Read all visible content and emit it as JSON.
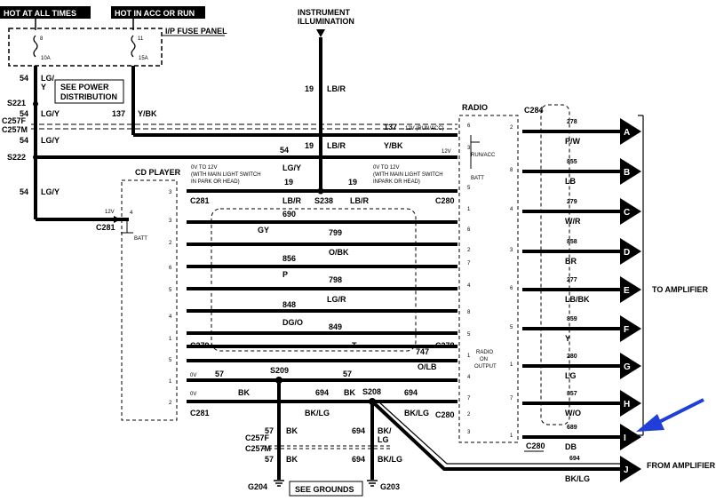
{
  "headers": {
    "hot_all": "HOT AT ALL TIMES",
    "hot_acc": "HOT IN ACC OR RUN"
  },
  "fuse_panel": {
    "title": "I/P FUSE PANEL",
    "fuse_a_num": "8",
    "fuse_a_amp": "10A",
    "fuse_b_num": "11",
    "fuse_b_amp": "15A"
  },
  "instrument": {
    "title_line1": "INSTRUMENT",
    "title_line2": "ILLUMINATION"
  },
  "power_dist": {
    "line1": "SEE POWER",
    "line2": "DISTRIBUTION"
  },
  "splices": {
    "s221": "S221",
    "s222": "S222",
    "s238": "S238",
    "s209": "S209",
    "s208": "S208"
  },
  "connectors": {
    "c257f": "C257F",
    "c257m": "C257M",
    "c281": "C281",
    "c280": "C280",
    "c279": "C279",
    "c278": "C278",
    "c284": "C284"
  },
  "left_wires": {
    "c54": "54",
    "lgy_top": "LG/",
    "y": "Y",
    "lgy": "LG/Y",
    "c137": "137",
    "ybk": "Y/BK"
  },
  "power_bus": {
    "c137": "137",
    "run_acc": "12V (RUN/ACC)",
    "c54": "54",
    "c19": "19",
    "lbr": "LB/R",
    "ybk": "Y/BK",
    "v12": "12V",
    "lgy": "LG/Y",
    "ill_left": [
      "0V TO 12V",
      "(WITH MAIN LIGHT SWITCH",
      "IN PARK OR HEAD)"
    ],
    "ill_right": [
      "0V TO 12V",
      "(WITH MAIN LIGHT SWITCH",
      "INPARK OR HEAD)"
    ]
  },
  "cd_player": {
    "title": "CD PLAYER",
    "batt": "BATT",
    "v12": "12V",
    "pin4": "4",
    "pins": [
      "3",
      "3",
      "2",
      "6",
      "5",
      "4",
      "1",
      "5",
      "1",
      "2"
    ]
  },
  "radio": {
    "title": "RADIO",
    "run_acc_line1": "RUN/ACC",
    "run_acc_line2": "",
    "batt": "BATT",
    "left_pins": [
      "6",
      "3",
      "5",
      "1",
      "6",
      "2",
      "7",
      "4",
      "8",
      "5",
      "1",
      "4",
      "7",
      "2",
      "3"
    ],
    "right_pins": [
      "2",
      "8",
      "4",
      "3",
      "6",
      "5",
      "1",
      "7",
      "1"
    ],
    "on_output": [
      "RADIO",
      "ON",
      "OUTPUT"
    ]
  },
  "cd_wires": [
    {
      "left": "690",
      "right": ""
    },
    {
      "left": "GY",
      "right": "799"
    },
    {
      "left": "",
      "right": "O/BK"
    },
    {
      "left": "856",
      "right": ""
    },
    {
      "left": "P",
      "right": "798"
    },
    {
      "left": "",
      "right": "LG/R"
    },
    {
      "left": "848",
      "right": ""
    },
    {
      "left": "DG/O",
      "right": "849"
    },
    {
      "left": "",
      "right": "T"
    }
  ],
  "t_wire": {
    "c747": "747"
  },
  "ground_wires": {
    "v0a": "0V",
    "v0b": "0V",
    "c57a": "57",
    "c57b": "57",
    "olb": "O/LB",
    "bk": "BK",
    "c694a": "694",
    "bk2": "BK",
    "c694b": "694",
    "bklg": "BK/LG",
    "bklg2": "BK/LG",
    "v57c": "57",
    "bk3": "BK",
    "v57d": "57",
    "bk4": "BK",
    "c694c": "694",
    "bklg3": "BK/",
    "lg": "LG",
    "c694d": "694",
    "bklg4": "BK/LG"
  },
  "grounds": {
    "g204": "G204",
    "g203": "G203",
    "see_grounds": "SEE GROUNDS"
  },
  "amp_connector": {
    "letters": [
      "A",
      "B",
      "C",
      "D",
      "E",
      "F",
      "G",
      "H",
      "I",
      "J"
    ],
    "circuits": [
      "278",
      "855",
      "279",
      "858",
      "277",
      "859",
      "280",
      "857",
      "689",
      "694"
    ],
    "colors": [
      "P/W",
      "LB",
      "W/R",
      "BR",
      "LB/BK",
      "Y",
      "LG",
      "W/O",
      "DB",
      "BK/LG"
    ],
    "to_amp": "TO AMPLIFIER",
    "from_amp": "FROM AMPLIFIER"
  },
  "accent_color": "#1f3fd8"
}
